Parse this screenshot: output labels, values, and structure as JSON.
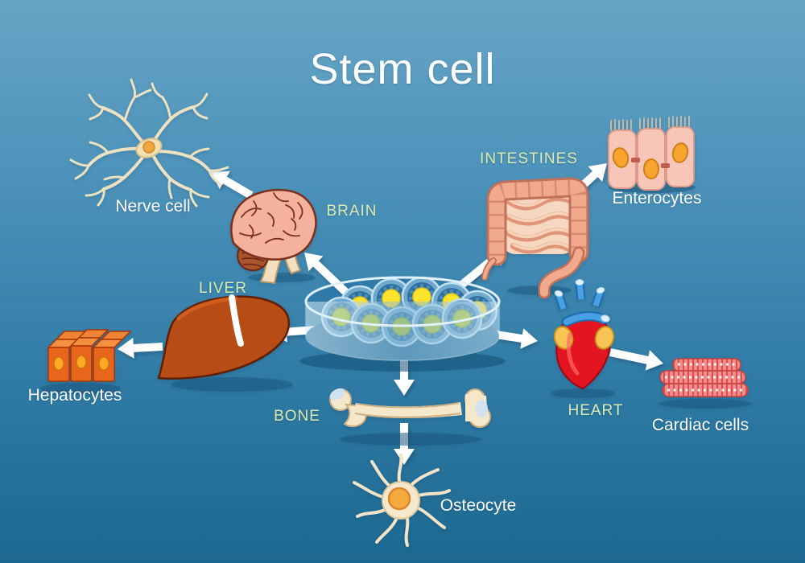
{
  "title": "Stem cell",
  "center": {
    "name": "stem cells in petri dish",
    "cell_membrane_color": "#6fa8cd",
    "nucleus_colors": [
      "#ffe32c",
      "#b5c91f"
    ]
  },
  "organs": {
    "brain": "BRAIN",
    "intestines": "INTESTINES",
    "liver": "LIVER",
    "bone": "BONE",
    "heart": "HEART"
  },
  "cells": {
    "nerve": "Nerve cell",
    "enterocytes": "Enterocytes",
    "hepatocytes": "Hepatocytes",
    "osteocyte": "Osteocyte",
    "cardiac": "Cardiac cells"
  },
  "relationships": [
    {
      "from": "stem cells",
      "to": "BRAIN"
    },
    {
      "from": "stem cells",
      "to": "INTESTINES"
    },
    {
      "from": "stem cells",
      "to": "LIVER"
    },
    {
      "from": "stem cells",
      "to": "HEART"
    },
    {
      "from": "stem cells",
      "to": "BONE"
    },
    {
      "from": "BRAIN",
      "to": "Nerve cell"
    },
    {
      "from": "INTESTINES",
      "to": "Enterocytes"
    },
    {
      "from": "LIVER",
      "to": "Hepatocytes"
    },
    {
      "from": "BONE",
      "to": "Osteocyte"
    },
    {
      "from": "HEART",
      "to": "Cardiac cells"
    }
  ],
  "colors": {
    "background_top": "#67a5c5",
    "background_bottom": "#1d6890",
    "organ_label": "#dcebb0",
    "cell_label": "#ffffff",
    "arrow": "#ffffff"
  }
}
